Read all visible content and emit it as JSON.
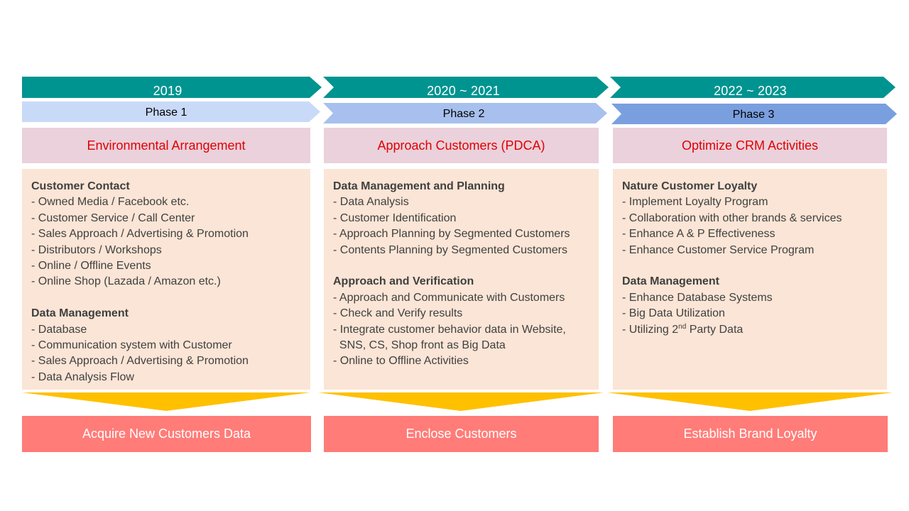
{
  "colors": {
    "year_arrow": "#009490",
    "phase_arrows": [
      "#c9daf8",
      "#a8c0ee",
      "#7a9fdf"
    ],
    "title_bg": "#ead1dc",
    "title_text": "#e00000",
    "content_bg": "#fbe5d6",
    "content_text": "#404040",
    "chevron": "#ffc000",
    "outcome_bg": "#ff7c78"
  },
  "columns": [
    {
      "year": "2019",
      "phase": "Phase 1",
      "title": "Environmental Arrangement",
      "groups": [
        {
          "heading": "Customer Contact",
          "items": [
            "- Owned Media / Facebook etc.",
            "- Customer Service / Call Center",
            "- Sales Approach / Advertising & Promotion",
            "- Distributors / Workshops",
            "- Online / Offline Events",
            "- Online Shop (Lazada / Amazon etc.)"
          ]
        },
        {
          "heading": "Data Management",
          "items": [
            "- Database",
            "- Communication system with Customer",
            "- Sales Approach / Advertising & Promotion",
            "- Data Analysis Flow"
          ]
        }
      ],
      "outcome": "Acquire New Customers Data"
    },
    {
      "year": "2020 ~ 2021",
      "phase": "Phase 2",
      "title": "Approach Customers (PDCA)",
      "groups": [
        {
          "heading": "Data Management and Planning",
          "items": [
            "- Data Analysis",
            "- Customer Identification",
            "- Approach Planning by Segmented Customers",
            "- Contents Planning by Segmented Customers"
          ]
        },
        {
          "heading": "Approach and Verification",
          "items": [
            "- Approach and Communicate with Customers",
            "- Check and Verify results",
            "- Integrate customer behavior data in Website,",
            "  SNS, CS, Shop front as Big Data",
            "- Online to Offline Activities"
          ]
        }
      ],
      "outcome": "Enclose Customers"
    },
    {
      "year": "2022 ~ 2023",
      "phase": "Phase 3",
      "title": "Optimize CRM Activities",
      "groups": [
        {
          "heading": "Nature Customer Loyalty",
          "items": [
            "- Implement Loyalty Program",
            "- Collaboration with other brands & services",
            "- Enhance A & P Effectiveness",
            "- Enhance Customer Service Program"
          ]
        },
        {
          "heading": "Data Management",
          "items": [
            "- Enhance Database Systems",
            "- Big Data Utilization"
          ],
          "last_item": {
            "prefix": "- Utilizing 2",
            "sup": "nd",
            "suffix": " Party Data"
          }
        }
      ],
      "outcome": "Establish Brand Loyalty"
    }
  ]
}
